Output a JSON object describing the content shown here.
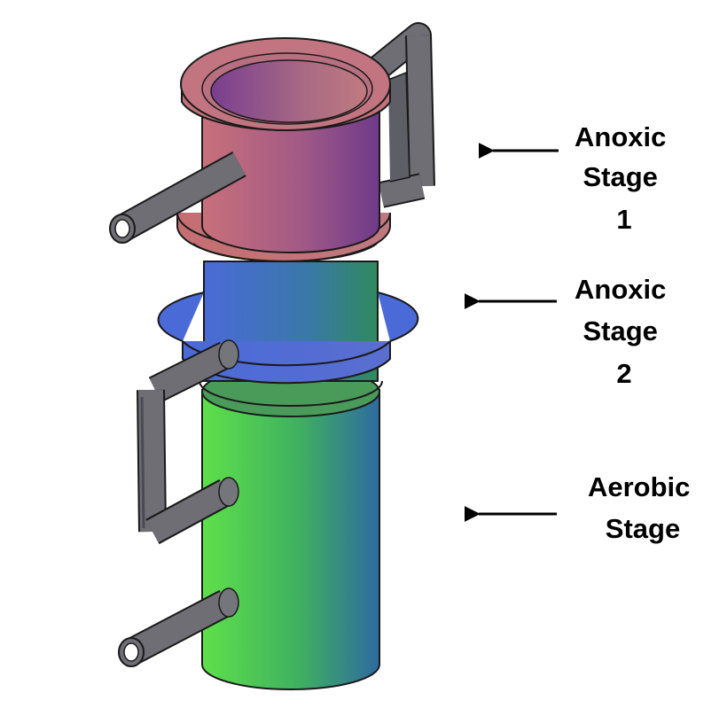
{
  "labels": [
    {
      "lines": [
        "Anoxic",
        "Stage",
        "1"
      ]
    },
    {
      "lines": [
        "Anoxic",
        "Stage",
        "2"
      ]
    },
    {
      "lines": [
        "Aerobic",
        "Stage"
      ]
    }
  ],
  "colors": {
    "stage1_left": "#c8707a",
    "stage1_right": "#6e3a8a",
    "stage2_left": "#4a6ad8",
    "stage2_right": "#2f8a5e",
    "aerobic_left": "#5ee04a",
    "aerobic_right": "#2e6aa0",
    "pipe": "#6e6e74",
    "outline": "#1a1a1a",
    "arrow": "#000000"
  }
}
